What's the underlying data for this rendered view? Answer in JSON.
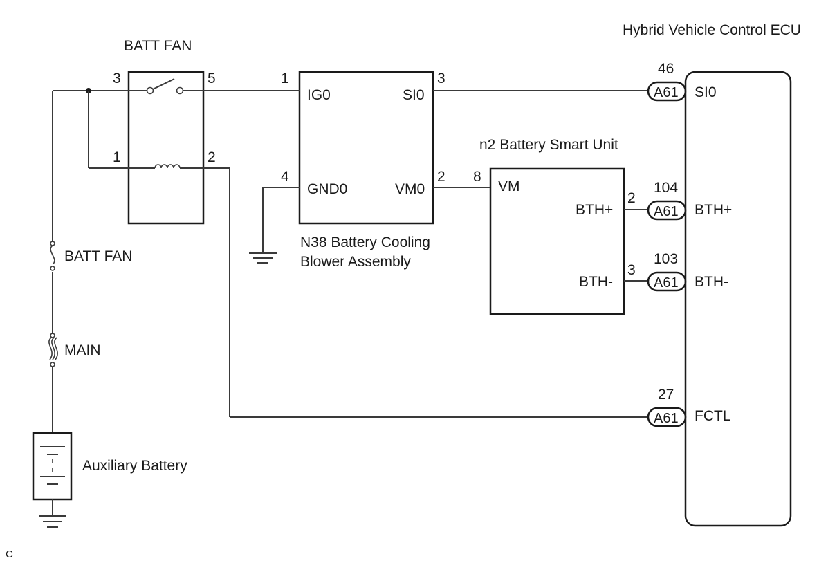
{
  "relay": {
    "title": "BATT FAN",
    "pins": {
      "p3": "3",
      "p5": "5",
      "p1": "1",
      "p2": "2"
    }
  },
  "fuses": {
    "batt_fan": "BATT FAN",
    "main": "MAIN"
  },
  "battery": {
    "label": "Auxiliary Battery"
  },
  "blower": {
    "name_line1": "N38 Battery Cooling",
    "name_line2": "Blower Assembly",
    "terms": {
      "ig0": "IG0",
      "si0": "SI0",
      "gnd0": "GND0",
      "vm0": "VM0"
    },
    "pins": {
      "ig0": "1",
      "si0": "3",
      "gnd0": "4",
      "vm0": "2"
    }
  },
  "smart_unit": {
    "name": "n2 Battery Smart Unit",
    "terms": {
      "vm": "VM",
      "bth_plus": "BTH+",
      "bth_minus": "BTH-"
    },
    "pins": {
      "vm": "8",
      "bth_plus": "2",
      "bth_minus": "3"
    }
  },
  "ecu": {
    "name": "Hybrid Vehicle Control ECU",
    "connector": "A61",
    "terms": {
      "si0": "SI0",
      "bth_plus": "BTH+",
      "bth_minus": "BTH-",
      "fctl": "FCTL"
    },
    "pins": {
      "si0": "46",
      "bth_plus": "104",
      "bth_minus": "103",
      "fctl": "27"
    }
  },
  "corner_code": "C"
}
